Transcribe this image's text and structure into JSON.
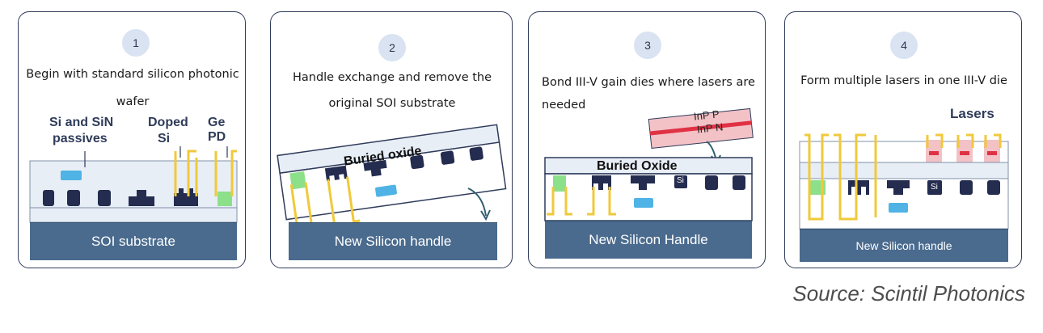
{
  "panels": [
    {
      "step": "1",
      "text_lines": [
        "Begin with standard silicon photonic",
        "wafer"
      ],
      "labels": {
        "si_sin_1": "Si and SiN",
        "si_sin_2": "passives",
        "doped_1": "Doped",
        "doped_2": "Si",
        "ge_pd": "Ge PD"
      },
      "substrate": "SOI substrate"
    },
    {
      "step": "2",
      "text_lines": [
        "Handle exchange and remove the",
        "original SOI substrate"
      ],
      "oxide": "Buried oxide",
      "substrate": "New Silicon handle"
    },
    {
      "step": "3",
      "text_lines": [
        "Bond III-V gain dies where lasers are",
        "needed"
      ],
      "inp_p": "InP P",
      "inp_n": "InP N",
      "oxide": "Buried Oxide",
      "si": "Si",
      "substrate": "New Silicon Handle"
    },
    {
      "step": "4",
      "text_lines": [
        "Form multiple lasers in one III-V die"
      ],
      "lasers": "Lasers",
      "si": "Si",
      "substrate": "New Silicon handle"
    }
  ],
  "source": "Source: Scintil Photonics",
  "colors": {
    "border": "#2f3b5a",
    "substrate": "#4a6b8e",
    "oxide": "#e8eef6",
    "waveguide": "#242c4f",
    "sin": "#4fb3e6",
    "metal": "#f0c93a",
    "ge": "#8de08a",
    "inp": "#f2c2c6",
    "active": "#e03245",
    "arrow": "#2f5f6f"
  }
}
